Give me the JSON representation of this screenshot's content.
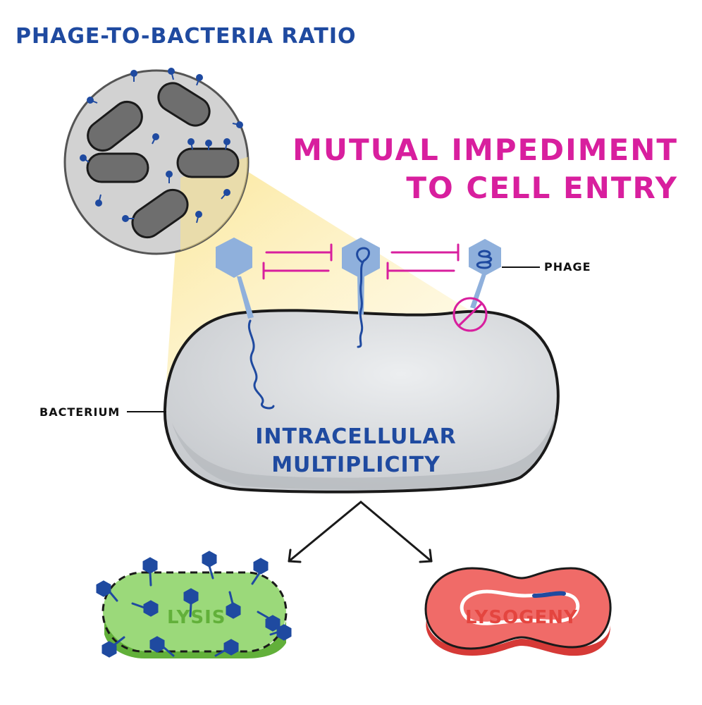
{
  "title": "PHAGE-TO-BACTERIA RATIO",
  "mutual": {
    "line1": "MUTUAL IMPEDIMENT",
    "line2": "TO CELL ENTRY"
  },
  "labels": {
    "phage": "PHAGE",
    "bacterium": "BACTERIUM",
    "intracellular_line1": "INTRACELLULAR",
    "intracellular_line2": "MULTIPLICITY",
    "lysis": "LYSIS",
    "lysogeny": "LYSOGENY"
  },
  "colors": {
    "blue": "#1f4aa0",
    "magenta": "#d81f9e",
    "phage_light": "#8fb0dc",
    "bacterium_fill": "#d6d8db",
    "gray_cell": "#6b6b6b",
    "lysis_green": "#9bd97a",
    "lysogeny_red": "#f06b68",
    "highlight_yellow": "#fbe79a"
  },
  "icons": [
    "phage-icon",
    "bacterium-icon",
    "inhibition-arrow-icon",
    "prohibited-icon",
    "plasmid-icon"
  ]
}
